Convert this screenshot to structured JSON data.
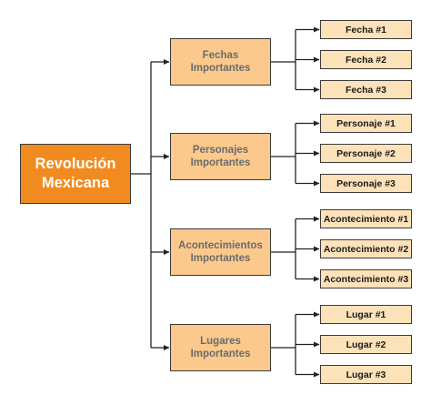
{
  "colors": {
    "root_fill": "#f28b1f",
    "category_fill": "#fbc98b",
    "leaf_fill": "#fde2b9",
    "line": "#222222"
  },
  "root": {
    "label": "Revolución Mexicana"
  },
  "categories": [
    {
      "label": "Fechas Importantes",
      "items": [
        "Fecha #1",
        "Fecha #2",
        "Fecha #3"
      ]
    },
    {
      "label": "Personajes Importantes",
      "items": [
        "Personaje #1",
        "Personaje #2",
        "Personaje #3"
      ]
    },
    {
      "label": "Acontecimientos Importantes",
      "items": [
        "Acontecimiento #1",
        "Acontecimiento #2",
        "Acontecimiento #3"
      ]
    },
    {
      "label": "Lugares Importantes",
      "items": [
        "Lugar #1",
        "Lugar #2",
        "Lugar #3"
      ]
    }
  ]
}
